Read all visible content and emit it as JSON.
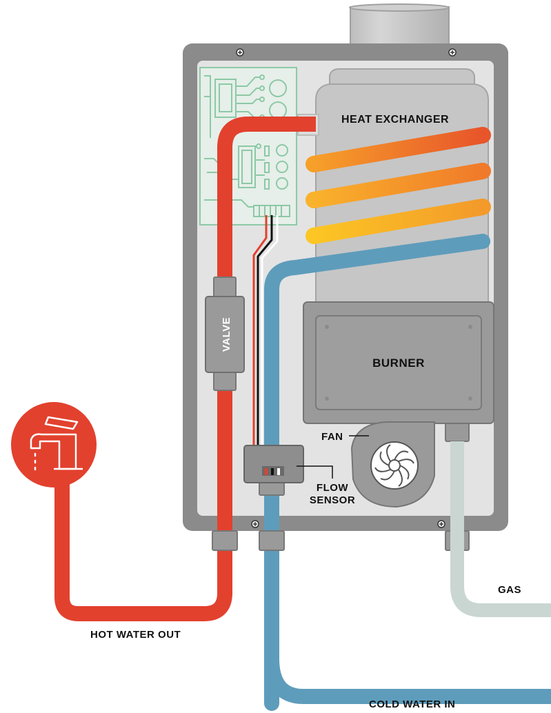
{
  "labels": {
    "heat_exchanger": "HEAT EXCHANGER",
    "valve": "VALVE",
    "burner": "BURNER",
    "fan": "FAN",
    "flow_sensor_line1": "FLOW",
    "flow_sensor_line2": "SENSOR",
    "gas": "GAS",
    "hot_water_out": "HOT WATER OUT",
    "cold_water_in": "COLD WATER IN"
  },
  "colors": {
    "hot_pipe": "#e2412e",
    "cold_pipe": "#5e9cbb",
    "gas_pipe": "#c9d6d2",
    "circuit": "#8cc9a6",
    "casing": "#8b8b8b",
    "interior": "#e3e3e3",
    "component": "#9a9a9a",
    "coil_warm": "#f39a2a",
    "coil_hot": "#e8552a",
    "coil_yellow": "#fcc624",
    "label_text": "#111111"
  },
  "icons": {
    "faucet": "faucet-icon",
    "fan": "fan-icon",
    "screw": "screw-icon"
  }
}
